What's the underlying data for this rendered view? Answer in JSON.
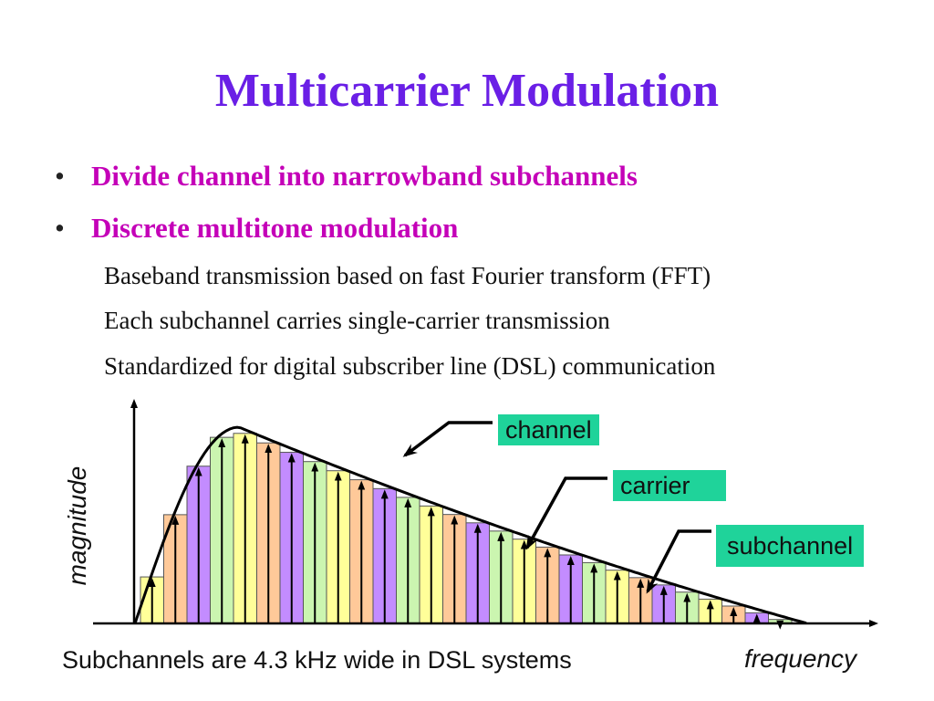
{
  "title": "Multicarrier Modulation",
  "bullets": [
    "Divide channel into narrowband subchannels",
    "Discrete multitone modulation"
  ],
  "sub_bullets": [
    "Baseband transmission based on fast Fourier transform (FFT)",
    "Each subchannel carries single-carrier transmission",
    "Standardized for digital subscriber line (DSL) communication"
  ],
  "diagram": {
    "y_axis_label": "magnitude",
    "x_axis_label": "frequency",
    "labels": {
      "channel": "channel",
      "carrier": "carrier",
      "subchannel": "subchannel"
    },
    "caption": "Subchannels are 4.3 kHz wide in DSL systems",
    "colors": {
      "title": "#6a1fe6",
      "bullets": "#c400b8",
      "label_box": "#1fd39a",
      "bar_cycle": [
        "#ffff99",
        "#ffc999",
        "#c38cff",
        "#cbf5b0"
      ]
    }
  }
}
